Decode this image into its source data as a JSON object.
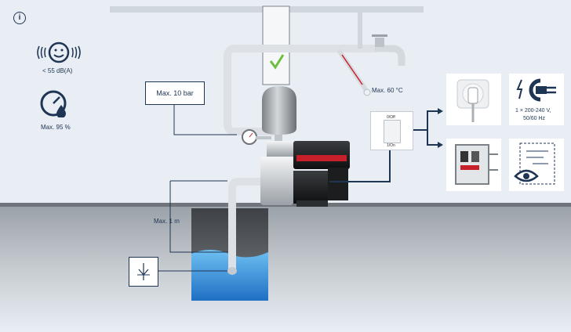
{
  "info_icon": "info-circle-icon",
  "noise": {
    "icon": "smiley-sound-icon",
    "label": "< 55 dB(A)"
  },
  "efficiency": {
    "icon": "gauge-drop-icon",
    "label": "Max. 95 %"
  },
  "pressure": {
    "label": "Max. 10 bar"
  },
  "temperature": {
    "label": "Max. 60 °C"
  },
  "suction_depth": {
    "label": "Max. 1 m"
  },
  "switch": {
    "top_label": "0/Off",
    "bottom_label": "1/On"
  },
  "power": {
    "icon": "plug-power-icon",
    "label_line1": "1 × 200-240 V,",
    "label_line2": "50/60 Hz"
  },
  "tiles": [
    "wall-socket-icon",
    "fuse-box-icon",
    "wiring-diagram-eye-icon"
  ],
  "colors": {
    "navy": "#1f3554",
    "pipe": "#d9dde2",
    "water": "#2a7fd0",
    "accent_red": "#c8202a",
    "check_green": "#6cbf3a"
  }
}
